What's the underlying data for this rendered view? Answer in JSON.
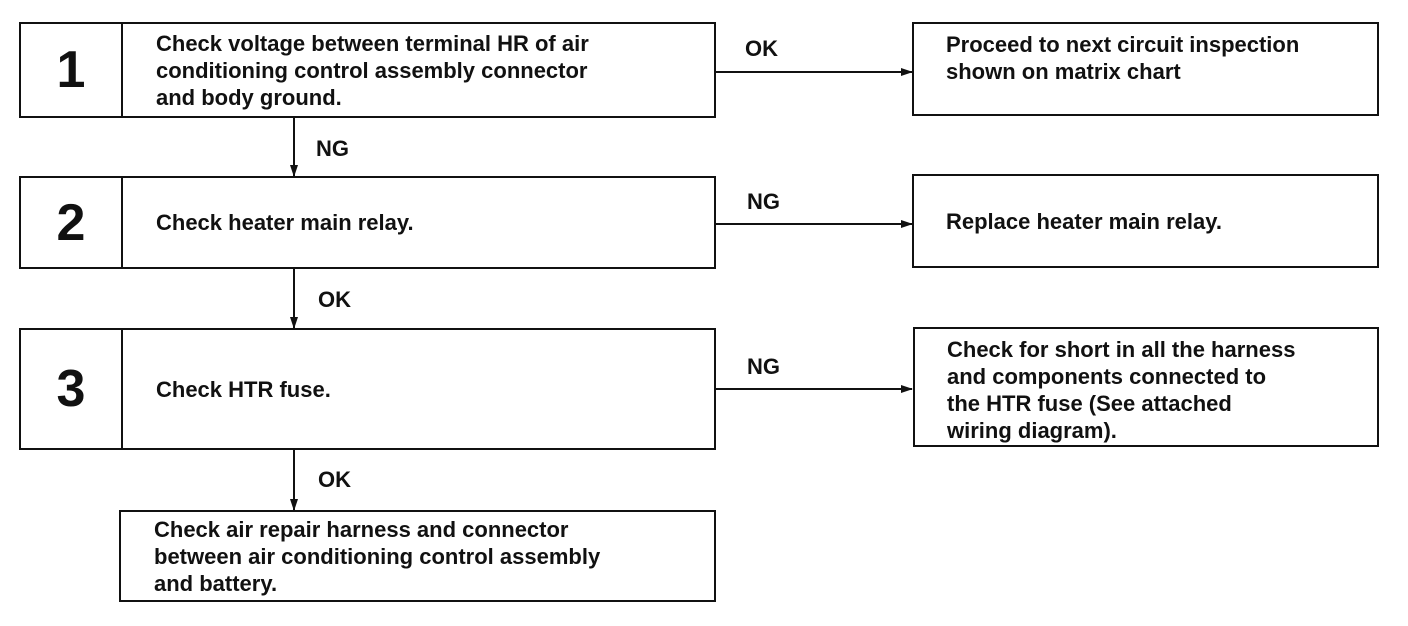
{
  "steps": [
    {
      "number": "1",
      "text": "Check voltage between terminal HR of air\nconditioning control assembly connector\nand body ground."
    },
    {
      "number": "2",
      "text": "Check heater main relay."
    },
    {
      "number": "3",
      "text": "Check HTR fuse."
    }
  ],
  "results": [
    {
      "text": "Proceed to next circuit inspection\nshown on matrix chart"
    },
    {
      "text": "Replace heater main relay."
    },
    {
      "text": "Check for short in all the harness\nand components connected to\nthe HTR fuse (See attached\nwiring diagram)."
    }
  ],
  "final_box": {
    "text": "Check air repair harness and connector\nbetween air conditioning control assembly\nand battery."
  },
  "labels": {
    "step1_right": "OK",
    "step1_down": "NG",
    "step2_right": "NG",
    "step2_down": "OK",
    "step3_right": "NG",
    "step3_down": "OK"
  }
}
